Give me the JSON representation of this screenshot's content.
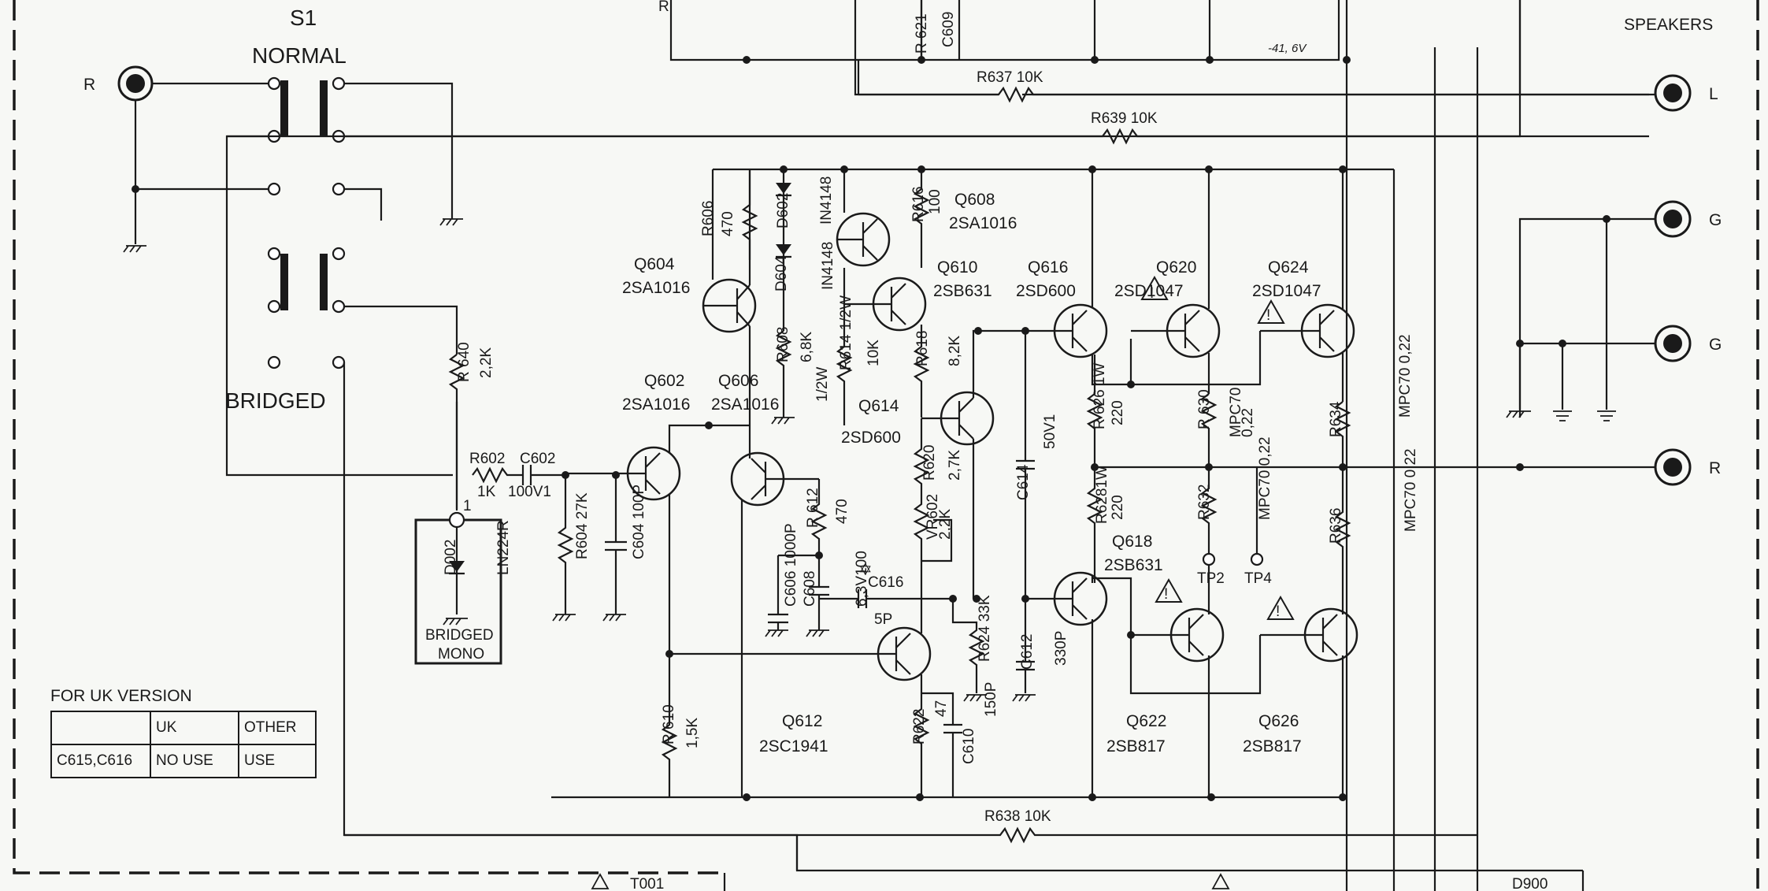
{
  "switch": {
    "name": "S1",
    "normal": "NORMAL",
    "bridged": "BRIDGED"
  },
  "input_jack": {
    "label": "R"
  },
  "speakers": {
    "title": "SPEAKERS",
    "terminals": [
      "L",
      "G",
      "G",
      "R"
    ]
  },
  "voltage_note": "-41, 6V",
  "transistors": [
    {
      "ref": "Q604",
      "type": "2SA1016"
    },
    {
      "ref": "Q608",
      "type": "2SA1016"
    },
    {
      "ref": "Q610",
      "type": "2SB631"
    },
    {
      "ref": "Q616",
      "type": "2SD600"
    },
    {
      "ref": "Q620",
      "type": "2SD1047"
    },
    {
      "ref": "Q624",
      "type": "2SD1047"
    },
    {
      "ref": "Q602",
      "type": "2SA1016"
    },
    {
      "ref": "Q606",
      "type": "2SA1016"
    },
    {
      "ref": "Q614",
      "type": "2SD600"
    },
    {
      "ref": "Q618",
      "type": "2SB631"
    },
    {
      "ref": "Q612",
      "type": "2SC1941"
    },
    {
      "ref": "Q622",
      "type": "2SB817"
    },
    {
      "ref": "Q626",
      "type": "2SB817"
    }
  ],
  "resistors": {
    "r637": "R637  10K",
    "r639": "R639  10K",
    "r638": "R638  10K",
    "r606": "R606",
    "r606v": "470",
    "r616": "R616",
    "r616v": "100",
    "r608": "R608",
    "r608v": "6,8K",
    "r614": "R614  1/2W",
    "r614v": "10K",
    "r618": "R618",
    "r618v": "8,2K",
    "r620": "R620",
    "r620v": "2,7K",
    "vr602": "VR602",
    "vr602v": "2,2K",
    "r640": "R 640",
    "r640v": "2,2K",
    "r602": "R602",
    "r602v": "1K",
    "r604": "R604  27K",
    "r612": "R 612",
    "r612v": "470",
    "r610": "R 610",
    "r610v": "1,5K",
    "r622": "R622",
    "r622v": "47",
    "r624": "R624  33K",
    "r626": "R 626  1W",
    "r626v": "220",
    "r628": "R6281W",
    "r628v": "220",
    "r630": "R 630",
    "r630v": "MPC70",
    "r630v2": "0,22",
    "r632": "R632",
    "r632v": "MPC70  0,22",
    "r634": "R634",
    "r634v": "MPC70  0,22",
    "r636": "R636",
    "r636v": "MPC70  0,22",
    "r621": "R 621"
  },
  "capacitors": {
    "c602": "C602",
    "c602v": "100V1",
    "c604": "C604  100P",
    "c606": "C606  1000P",
    "c608": "C608",
    "c608v": "6,3V100",
    "c616": "C616",
    "c616v": "5P",
    "c614": "C614",
    "c614v": "50V1",
    "c612": "C612",
    "c612v": "330P",
    "c610": "C610",
    "c610v": "150P",
    "c609": "C609"
  },
  "diodes": {
    "d602": "D602",
    "d602v": "IN4148",
    "d604": "D604",
    "d604v": "IN4148",
    "d002": "D002",
    "d002v": "LN224R",
    "led_box_line1": "BRIDGED",
    "led_box_line2": "MONO",
    "led_pin": "1"
  },
  "test_points": [
    "TP2",
    "TP4"
  ],
  "half_watt": "1/2W",
  "uk_table": {
    "title": "FOR UK VERSION",
    "headers": [
      "",
      "UK",
      "OTHER"
    ],
    "rows": [
      [
        "C615,C616",
        "NO USE",
        "USE"
      ]
    ]
  },
  "bottom": {
    "t001": "T001",
    "d900": "D900"
  }
}
